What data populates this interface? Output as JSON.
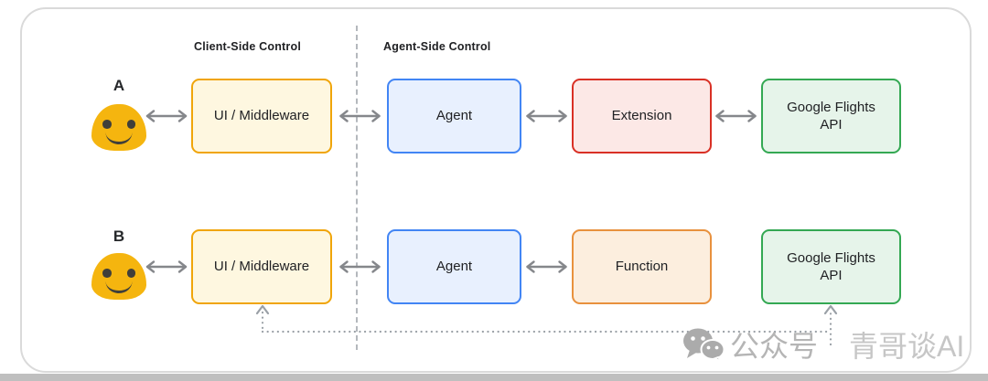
{
  "diagram": {
    "sections": {
      "client_side": "Client-Side Control",
      "agent_side": "Agent-Side Control"
    },
    "flow_a": {
      "label": "A",
      "nodes": [
        {
          "label": "UI / Middleware"
        },
        {
          "label": "Agent"
        },
        {
          "label": "Extension"
        },
        {
          "label": "Google Flights API"
        }
      ]
    },
    "flow_b": {
      "label": "B",
      "nodes": [
        {
          "label": "UI / Middleware"
        },
        {
          "label": "Agent"
        },
        {
          "label": "Function"
        },
        {
          "label": "Google Flights API"
        }
      ]
    },
    "connections": {
      "solid_arrows": "bidirectional",
      "dotted_feedback": "UI / Middleware <-> Google Flights API (bottom route, flow B)"
    }
  },
  "watermark": {
    "icon": "wechat-icon",
    "text_left": "公众号",
    "text_right": "青哥谈AI"
  },
  "colors": {
    "yellow_fill": "#FEF7E0",
    "yellow_border": "#F0A50A",
    "blue_fill": "#E8F0FE",
    "blue_border": "#4285F4",
    "red_fill": "#FCE8E6",
    "red_border": "#D93025",
    "green_fill": "#E6F4EA",
    "green_border": "#34A853",
    "orange_fill": "#FCEEDE",
    "orange_border": "#E8913D",
    "arrow_gray": "#85878B",
    "dotted_gray": "#9AA0A6",
    "divider_gray": "#B4B8BD",
    "text_dark": "#202124",
    "emoji_yellow": "#F5B50F",
    "emoji_face": "#403F3A",
    "watermark_gray": "#B5B5B5"
  }
}
